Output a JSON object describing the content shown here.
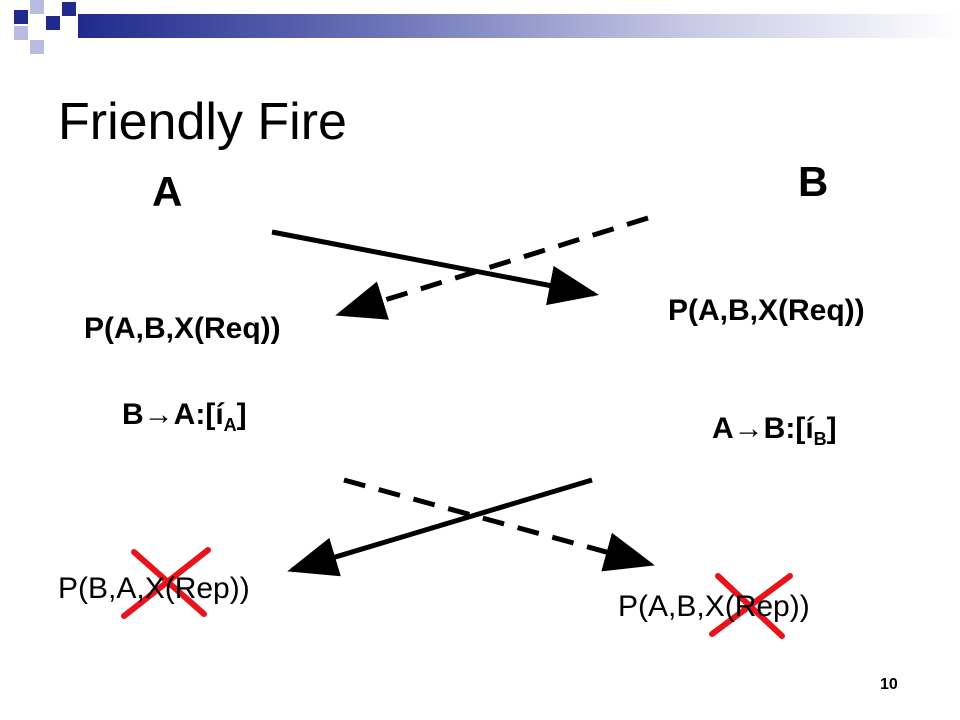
{
  "slide": {
    "title": "Friendly Fire",
    "page_number": "10"
  },
  "nodes": {
    "a_label": "A",
    "b_label": "B"
  },
  "labels": {
    "a_request": "P(A,B,X(Req))",
    "b_request": "P(A,B,X(Req))",
    "b_to_a_prefix": "B",
    "b_to_a_mid": "A:[í",
    "b_to_a_sub": "A",
    "b_to_a_suffix": "]",
    "a_to_b_prefix": "A",
    "a_to_b_mid": "B:[í",
    "a_to_b_sub": "B",
    "a_to_b_suffix": "]",
    "a_reply": "P(B,A,X(Rep))",
    "b_reply": "P(A,B,X(Rep))"
  },
  "colors": {
    "line": "#000000",
    "cross": "#e8141b",
    "deco_dark": "#1f2a8c",
    "deco_light": "#b9bce0"
  }
}
